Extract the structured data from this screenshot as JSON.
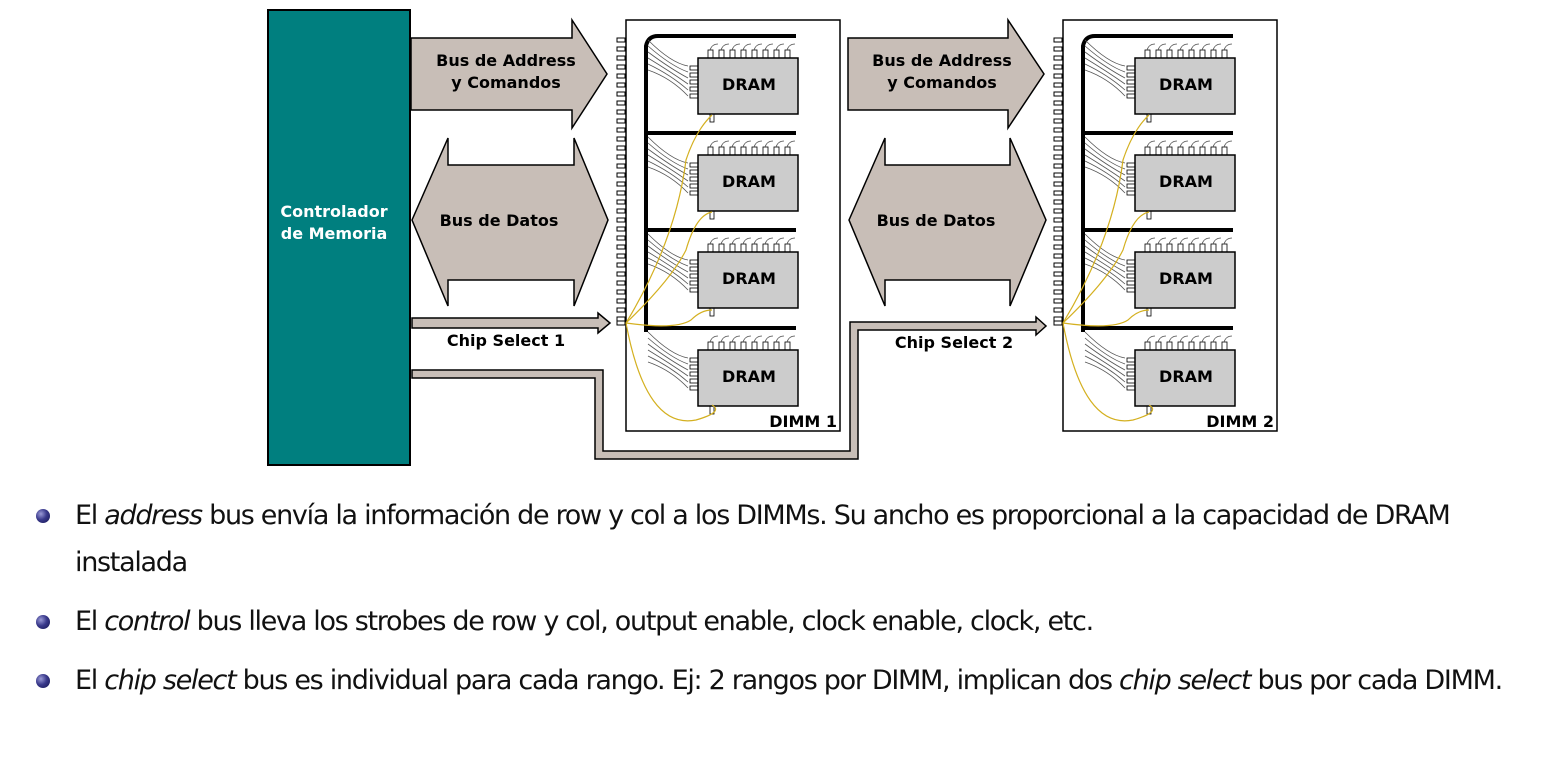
{
  "colors": {
    "controller": "#007f7f",
    "arrow_fill": "#c8beb7",
    "dram_fill": "#cccccc",
    "cs_wire": "#d4b020"
  },
  "diagram": {
    "controller_label_1": "Controlador",
    "controller_label_2": "de Memoria",
    "addr_bus_1": {
      "line1": "Bus de Address",
      "line2": "y Comandos"
    },
    "addr_bus_2": {
      "line1": "Bus de Address",
      "line2": "y Comandos"
    },
    "data_bus_1": "Bus de Datos",
    "data_bus_2": "Bus de Datos",
    "chip_select_1": "Chip Select 1",
    "chip_select_2": "Chip Select 2",
    "dimm_1": "DIMM 1",
    "dimm_2": "DIMM 2",
    "dram_label": "DRAM"
  },
  "bullets": [
    {
      "prefix": "El ",
      "term": "address",
      "rest": " bus envía la información de row y col a los DIMMs. Su ancho es proporcional a la capacidad de DRAM instalada"
    },
    {
      "prefix": "El ",
      "term": "control",
      "rest": " bus lleva los strobes de row y col, output enable, clock enable, clock, etc."
    },
    {
      "prefix": "El ",
      "term": "chip select",
      "rest": " bus es individual para cada rango. Ej: 2 rangos por DIMM, implican dos ",
      "term2": "chip select",
      "rest2": " bus por cada DIMM."
    }
  ]
}
